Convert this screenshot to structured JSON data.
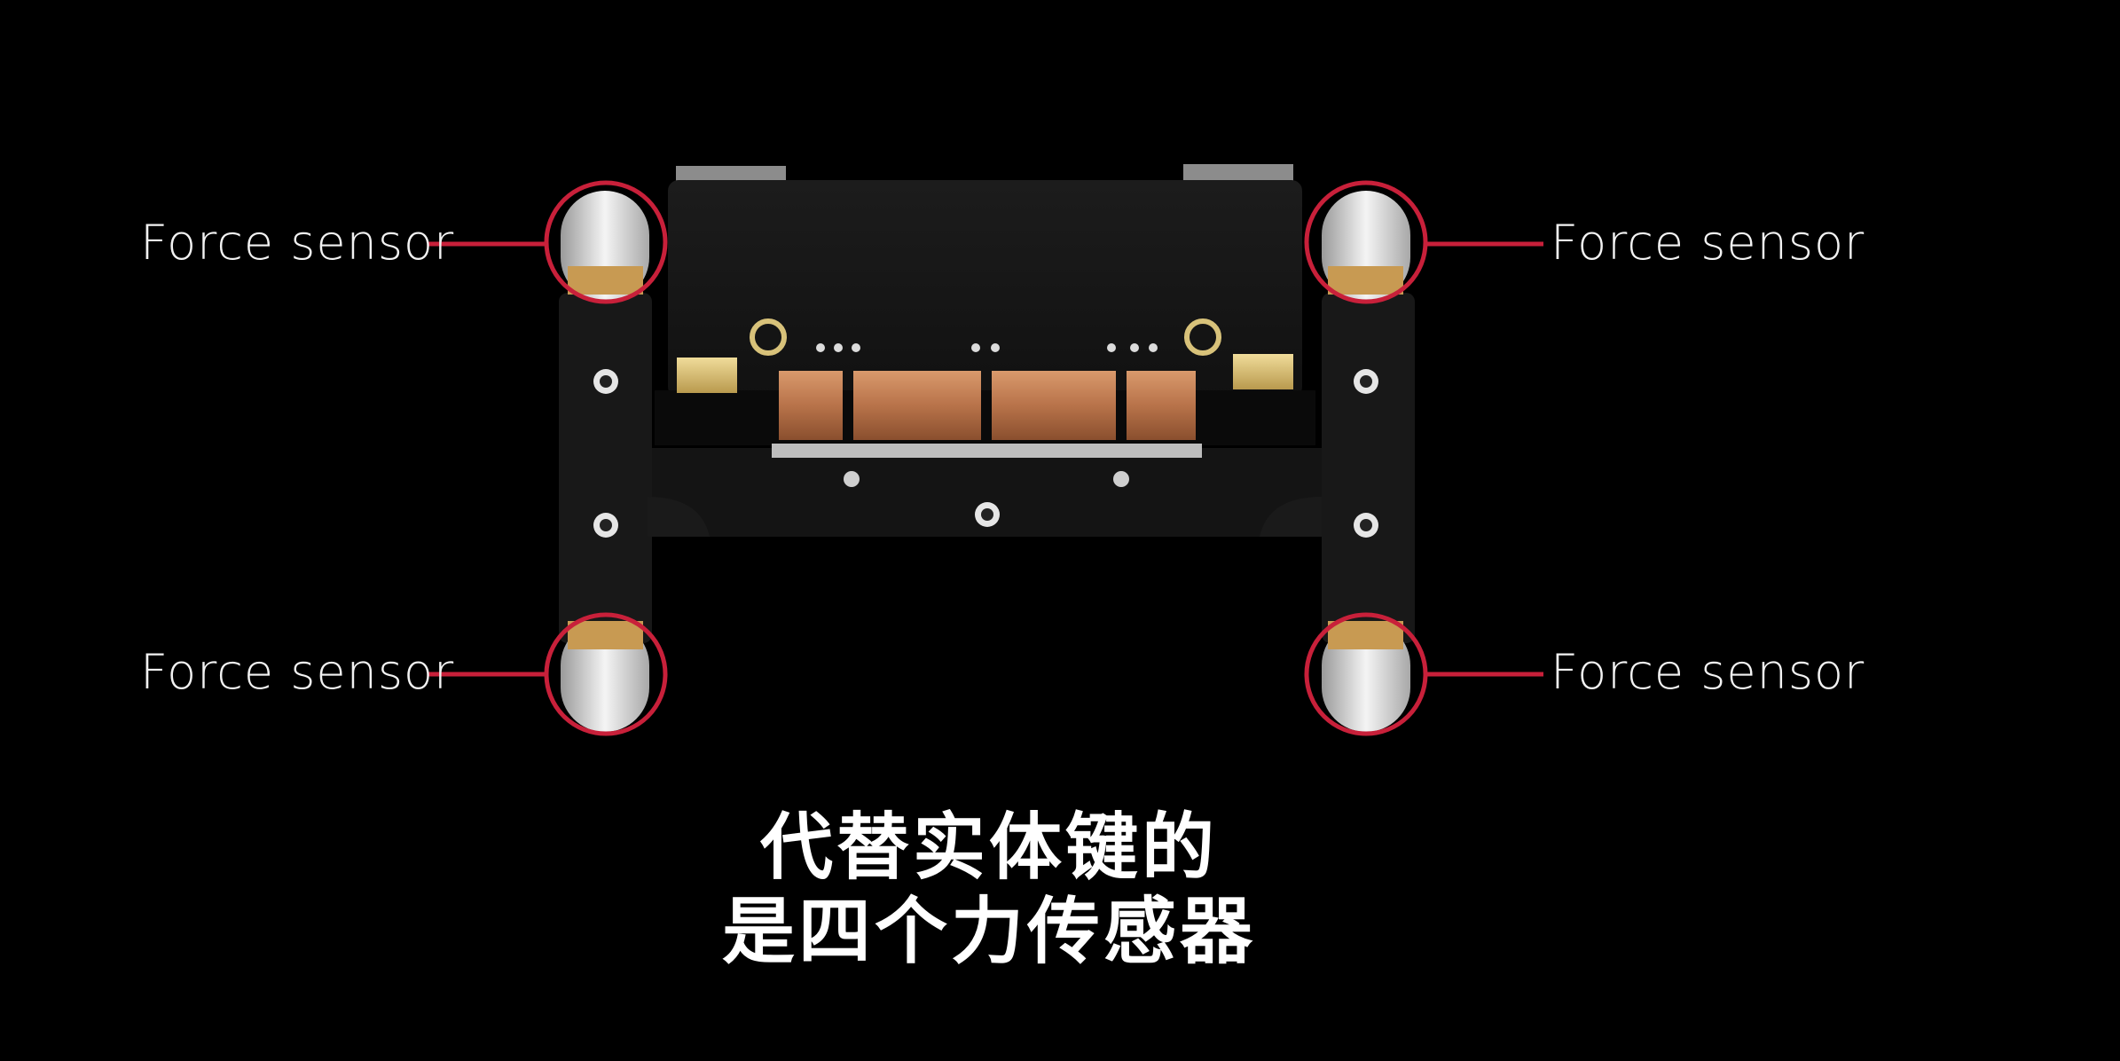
{
  "diagram": {
    "callouts": [
      {
        "position": "top-left",
        "label": "Force sensor"
      },
      {
        "position": "top-right",
        "label": "Force sensor"
      },
      {
        "position": "bottom-left",
        "label": "Force sensor"
      },
      {
        "position": "bottom-right",
        "label": "Force sensor"
      }
    ],
    "highlight_color": "#c8203a"
  },
  "subtitle": {
    "line1": "代替实体键的",
    "line2": "是四个力传感器"
  }
}
